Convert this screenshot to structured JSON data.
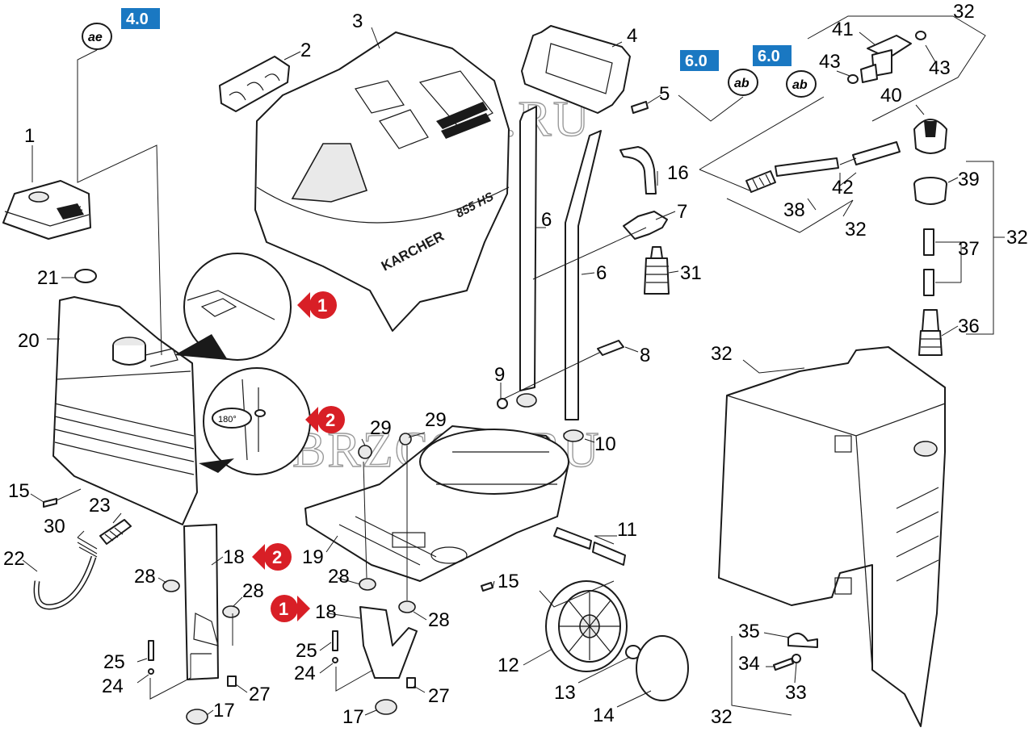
{
  "watermark": "BRZCOM.RU",
  "brand_label": "KARCHER",
  "model_label": "855 HS",
  "rotation_label": "180°",
  "badges": {
    "ae": "4.0",
    "ab_1": "6.0",
    "ab_2": "6.0"
  },
  "oval_labels": {
    "ae": "ae",
    "ab_1": "ab",
    "ab_2": "ab"
  },
  "markers": {
    "m1_top": "1",
    "m2_mid": "2",
    "m2_lower": "2",
    "m1_lower": "1"
  },
  "colors": {
    "badge_blue": "#1a78c2",
    "marker_red": "#d81f26",
    "line": "#1a1a1a"
  },
  "part_numbers": {
    "p1": "1",
    "p2": "2",
    "p3": "3",
    "p4": "4",
    "p5": "5",
    "p6a": "6",
    "p6b": "6",
    "p7": "7",
    "p8": "8",
    "p9": "9",
    "p10": "10",
    "p11": "11",
    "p12": "12",
    "p13": "13",
    "p14": "14",
    "p15a": "15",
    "p15b": "15",
    "p16": "16",
    "p17a": "17",
    "p17b": "17",
    "p18a": "18",
    "p18b": "18",
    "p19": "19",
    "p20": "20",
    "p21": "21",
    "p22": "22",
    "p23": "23",
    "p24a": "24",
    "p24b": "24",
    "p25a": "25",
    "p25b": "25",
    "p27a": "27",
    "p27b": "27",
    "p28a": "28",
    "p28b": "28",
    "p28c": "28",
    "p28d": "28",
    "p29a": "29",
    "p29b": "29",
    "p30": "30",
    "p31": "31",
    "p32a": "32",
    "p32b": "32",
    "p32c": "32",
    "p32d": "32",
    "p32e": "32",
    "p33": "33",
    "p34": "34",
    "p35": "35",
    "p36": "36",
    "p37": "37",
    "p38": "38",
    "p39": "39",
    "p40": "40",
    "p41": "41",
    "p42": "42",
    "p43a": "43",
    "p43b": "43"
  }
}
